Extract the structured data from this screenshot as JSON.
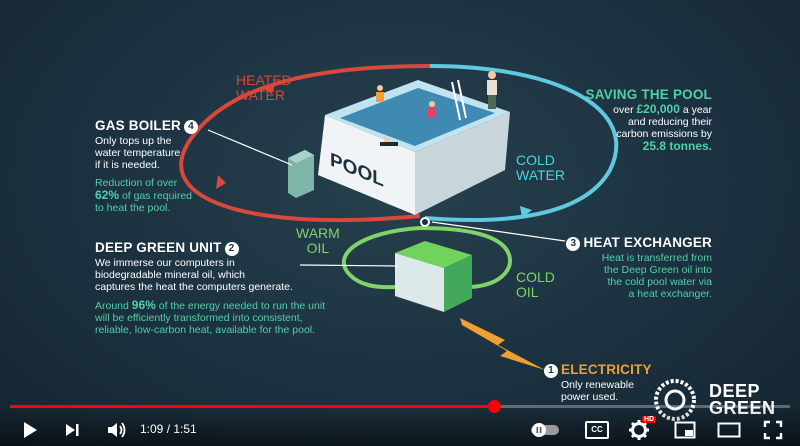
{
  "infographic": {
    "gas_boiler": {
      "title": "GAS BOILER",
      "number": "4",
      "desc_lines": [
        "Only tops up the",
        "water temperature",
        "if it is needed."
      ],
      "reduction_line1": "Reduction of over",
      "reduction_pct": "62%",
      "reduction_line2": "of gas required",
      "reduction_line3": "to heat the pool."
    },
    "heated_water": [
      "HEATED",
      "WATER"
    ],
    "saving_pool": {
      "title": "SAVING THE POOL",
      "line1_pre": "over",
      "line1_amount": "£20,000",
      "line1_post": "a year",
      "line2": "and reducing their",
      "line3": "carbon emissions by",
      "line4": "25.8 tonnes."
    },
    "cold_water": [
      "COLD",
      "WATER"
    ],
    "pool_label": [
      "POOL"
    ],
    "warm_oil": [
      "WARM",
      "OIL"
    ],
    "cold_oil": [
      "COLD",
      "OIL"
    ],
    "deep_green_unit": {
      "title": "DEEP GREEN UNIT",
      "number": "2",
      "desc_lines": [
        "We immerse our computers in",
        "biodegradable mineral oil, which",
        "captures the heat the computers generate."
      ],
      "energy_pre": "Around",
      "energy_pct": "96%",
      "energy_post": "of the energy needed to run the unit",
      "energy_lines": [
        "will be efficiently transformed into consistent,",
        "reliable, low-carbon heat, available for the pool."
      ]
    },
    "heat_exchanger": {
      "number": "3",
      "title": "HEAT EXCHANGER",
      "desc_lines": [
        "Heat is transferred from",
        "the Deep Green oil into",
        "the cold pool water via",
        "a heat exchanger."
      ]
    },
    "electricity": {
      "number": "1",
      "title": "ELECTRICITY",
      "desc_lines": [
        "Only renewable",
        "power used."
      ]
    },
    "logo": [
      "DEEP",
      "GREEN"
    ]
  },
  "player": {
    "time_current": "1:09",
    "time_separator": " / ",
    "time_total": "1:51",
    "progress_fraction": 0.62,
    "hd_badge": "HD",
    "cc_label": "CC",
    "icons": {
      "play": "play-icon",
      "next": "next-icon",
      "volume": "volume-icon",
      "autoplay": "autoplay-toggle-icon",
      "captions": "captions-icon",
      "settings": "gear-icon",
      "miniplayer": "miniplayer-icon",
      "theater": "theater-icon",
      "fullscreen": "fullscreen-icon"
    },
    "colors": {
      "progress": "#ff0000",
      "hd_badge": "#ff0000"
    }
  },
  "colors": {
    "background": "#1c3140",
    "hot_loop": "#d8483b",
    "cold_loop": "#5fc9e0",
    "oil_warm": "#7fd36a",
    "accent_green": "#4fd1a5",
    "accent_cyan": "#4fd1e0",
    "electricity": "#f0a030"
  }
}
